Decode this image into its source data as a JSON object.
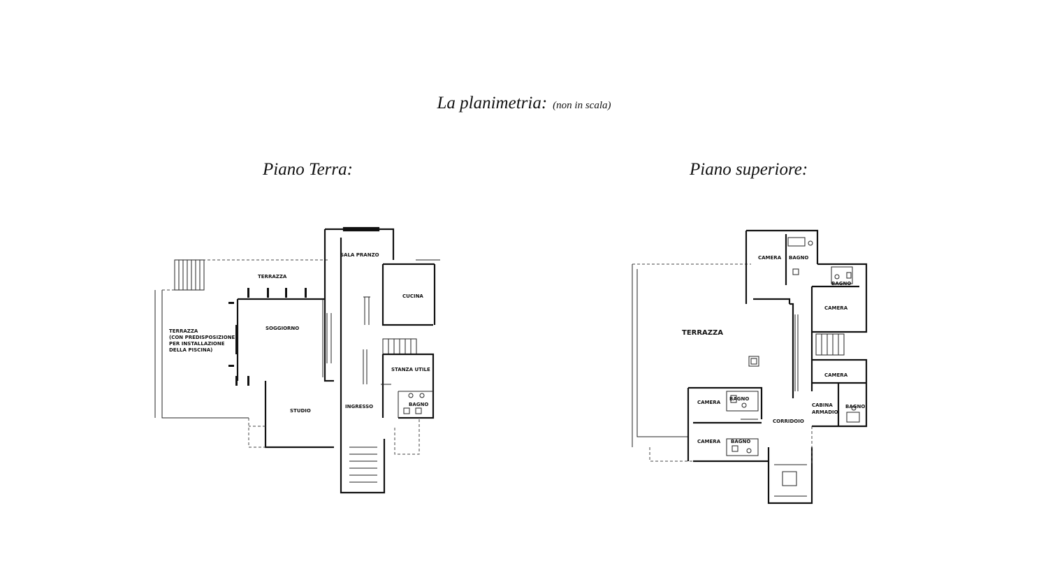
{
  "header": {
    "title": "La planimetria:",
    "subtitle": "(non in scala)"
  },
  "ground_floor": {
    "title": "Piano Terra:",
    "rooms": {
      "sala_pranzo": "SALA PRANZO",
      "terrazza_top": "TERRAZZA",
      "cucina": "CUCINA",
      "terrazza_line1": "TERRAZZA",
      "terrazza_line2": "(CON PREDISPOSIZIONE",
      "terrazza_line3": "PER INSTALLAZIONE",
      "terrazza_line4": "DELLA PISCINA)",
      "soggiorno": "SOGGIORNO",
      "stanza_utile": "STANZA UTILE",
      "bagno": "BAGNO",
      "studio": "STUDIO",
      "ingresso": "INGRESSO"
    }
  },
  "upper_floor": {
    "title": "Piano superiore:",
    "rooms": {
      "camera_1": "CAMERA",
      "bagno_1": "BAGNO",
      "bagno_2": "BAGNO",
      "camera_2": "CAMERA",
      "terrazza": "TERRAZZA",
      "camera_3": "CAMERA",
      "camera_4": "CAMERA",
      "bagno_3": "BAGNO",
      "cabina_line1": "CABINA",
      "cabina_line2": "ARMADIO",
      "bagno_4": "BAGNO",
      "corridoio": "CORRIDOIO",
      "camera_5": "CAMERA",
      "bagno_5": "BAGNO"
    }
  }
}
